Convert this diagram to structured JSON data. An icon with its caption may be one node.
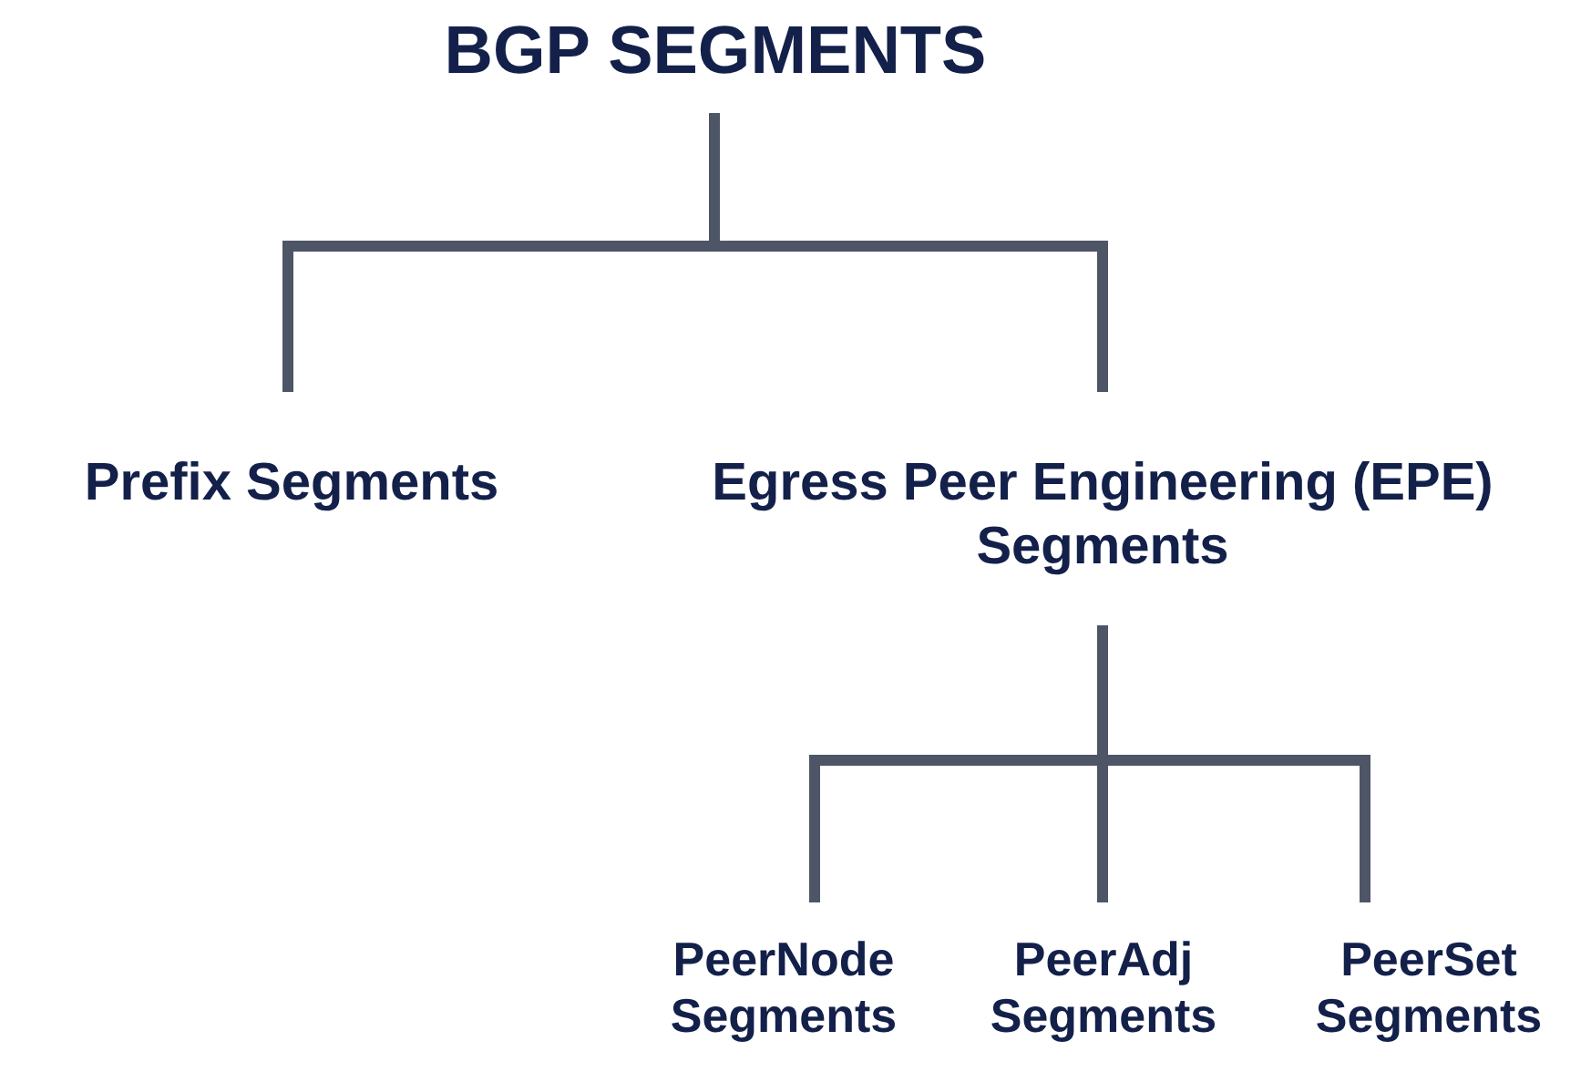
{
  "diagram": {
    "nodes": [
      {
        "text": [
          "BGP SEGMENTS"
        ]
      },
      {
        "text": [
          "Prefix Segments"
        ]
      },
      {
        "text": [
          "Egress Peer Engineering (EPE) Segments"
        ]
      },
      {
        "text": [
          "PeerNode Segments"
        ]
      },
      {
        "text": [
          "PeerAdj Segments"
        ]
      },
      {
        "text": [
          "PeerSet Segments"
        ]
      }
    ],
    "edges": [
      {
        "from": 0,
        "to": 1,
        "arrow": "none"
      },
      {
        "from": 0,
        "to": 2,
        "arrow": "none"
      },
      {
        "from": 2,
        "to": 3,
        "arrow": "none"
      },
      {
        "from": 2,
        "to": 4,
        "arrow": "none"
      },
      {
        "from": 2,
        "to": 5,
        "arrow": "none"
      }
    ]
  }
}
